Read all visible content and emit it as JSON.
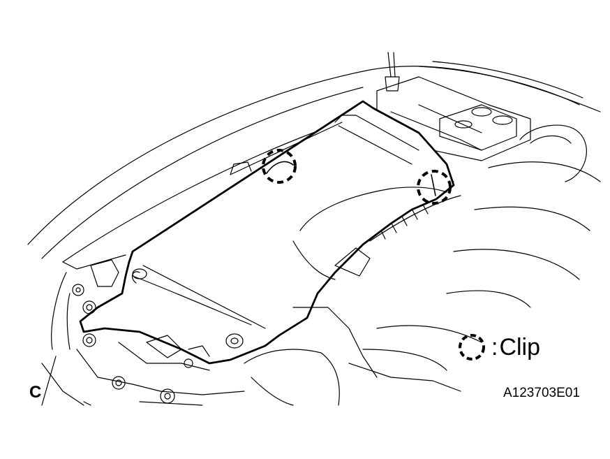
{
  "figure": {
    "view_letter": "C",
    "figure_id": "A123703E01"
  },
  "legend": {
    "symbol": "dashed-circle-icon",
    "separator": ":",
    "label": "Clip"
  },
  "callouts": [
    {
      "symbol": "dashed-circle-icon",
      "meaning": "Clip"
    },
    {
      "symbol": "dashed-circle-icon",
      "meaning": "Clip"
    }
  ]
}
